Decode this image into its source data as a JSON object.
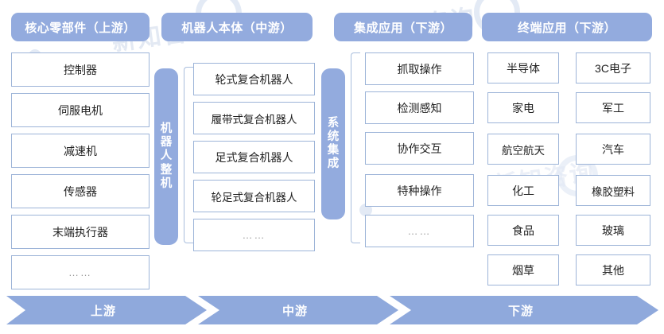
{
  "theme": {
    "header_bg": "#93abde",
    "pill_bg": "#93abde",
    "box_border": "#9db4d8",
    "chevron_bg": "#8fa9dc",
    "text_dark": "#222222",
    "text_light": "#ffffff"
  },
  "watermarks": [
    {
      "text": "新知咨询"
    },
    {
      "text": "新知咨询"
    },
    {
      "text": "新知咨询"
    }
  ],
  "columns": [
    {
      "id": "upstream-core-components",
      "header": "核心零部件（上游）",
      "items": [
        "控制器",
        "伺服电机",
        "减速机",
        "传感器",
        "末端执行器",
        "……"
      ]
    },
    {
      "id": "midstream-robot-body",
      "header": "机器人本体（中游）",
      "vertical_label": "机器人整机",
      "items": [
        "轮式复合机器人",
        "履带式复合机器人",
        "足式复合机器人",
        "轮足式复合机器人",
        "……"
      ]
    },
    {
      "id": "downstream-integrated-application",
      "header": "集成应用（下游）",
      "vertical_label": "系统集成",
      "items": [
        "抓取操作",
        "检测感知",
        "协作交互",
        "特种操作",
        "……"
      ]
    },
    {
      "id": "downstream-terminal-application",
      "header": "终端应用（下游）",
      "items_left": [
        "半导体",
        "家电",
        "航空航天",
        "化工",
        "食品",
        "烟草"
      ],
      "items_right": [
        "3C电子",
        "军工",
        "汽车",
        "橡胶塑料",
        "玻璃",
        "其他"
      ]
    }
  ],
  "flow": {
    "stages": [
      {
        "label": "上游"
      },
      {
        "label": "中游"
      },
      {
        "label": "下游"
      }
    ]
  }
}
